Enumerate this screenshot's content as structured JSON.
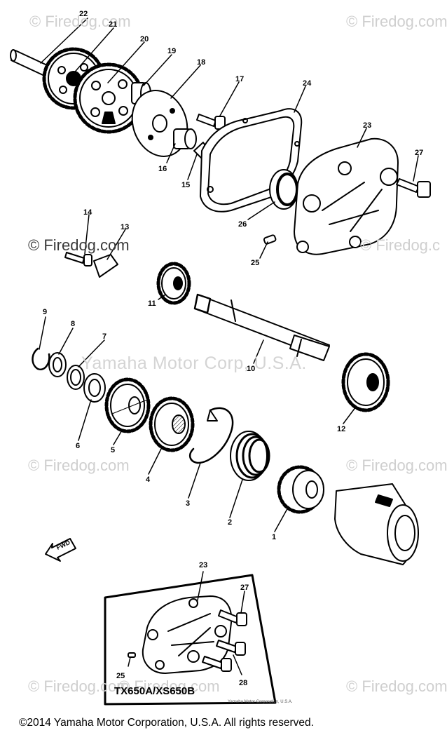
{
  "watermarks": {
    "w1": "© Firedog.com",
    "w2": "© Firedog.com",
    "w3": "© Firedog.com",
    "w4": "© Firedog.c",
    "w5": "© Firedog.com",
    "w6": "© Firedog.com",
    "w7": "© Firedog.com",
    "w8": "© Firedog.com",
    "w9": "© Firedog.com",
    "yamaha": "Yamaha Motor Corp, U.S.A."
  },
  "callouts": {
    "c1": "1",
    "c2": "2",
    "c3": "3",
    "c4": "4",
    "c5": "5",
    "c6": "6",
    "c7": "7",
    "c8": "8",
    "c9": "9",
    "c10": "10",
    "c11": "11",
    "c12": "12",
    "c13": "13",
    "c14": "14",
    "c15": "15",
    "c16": "16",
    "c17": "17",
    "c18": "18",
    "c19": "19",
    "c20": "20",
    "c21": "21",
    "c22": "22",
    "c23": "23",
    "c24": "24",
    "c25": "25",
    "c26": "26",
    "c27": "27",
    "i23": "23",
    "i27": "27",
    "i25": "25",
    "i28": "28"
  },
  "fwd_label": "FWD",
  "inset": {
    "title": "TX650A/XS650B",
    "tiny": "Yamaha Motor Corporation, U.S.A."
  },
  "copyright": "©2014 Yamaha Motor Corporation, U.S.A. All rights reserved."
}
